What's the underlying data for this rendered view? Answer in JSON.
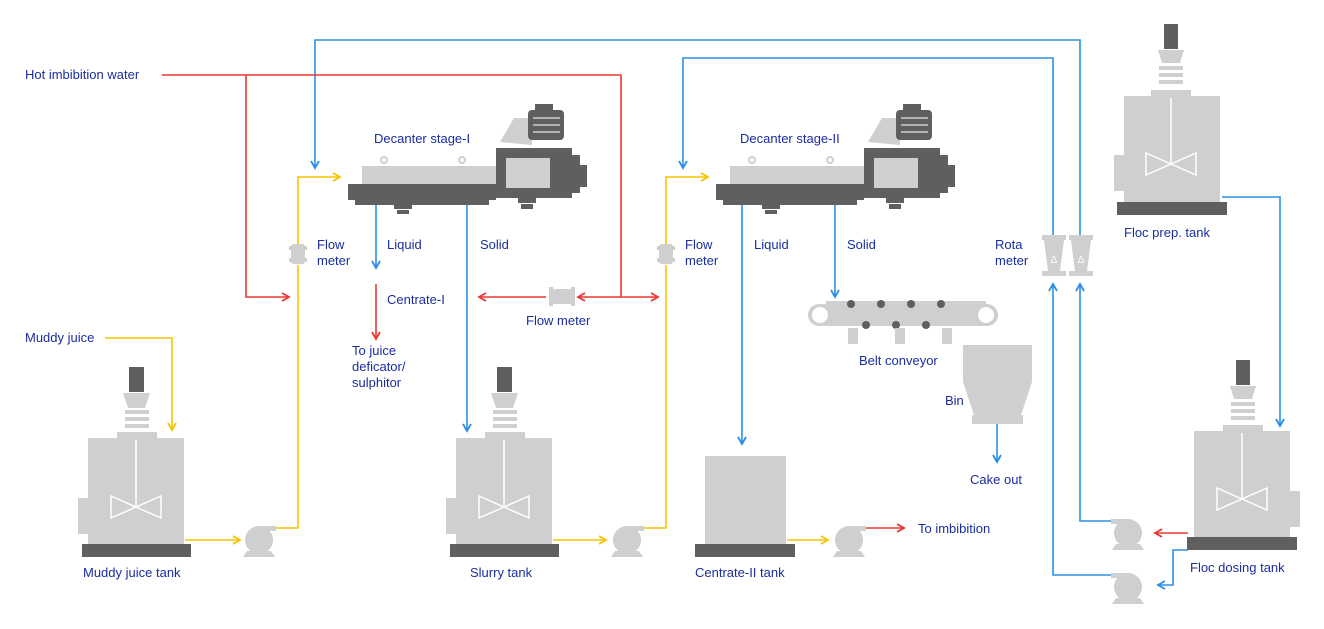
{
  "colors": {
    "water": "#e8382f",
    "juice": "#f5c400",
    "blue": "#2b8fe6",
    "label": "#1a2e9e",
    "equipment": "#cfcfcf",
    "equipment_dark": "#5f5f5f"
  },
  "labels": {
    "hot_imbibition_water": "Hot imbibition water",
    "muddy_juice": "Muddy juice",
    "muddy_juice_tank": "Muddy juice tank",
    "flow_meter_1a": "Flow",
    "flow_meter_1b": "meter",
    "decanter_1": "Decanter stage-I",
    "liquid_1": "Liquid",
    "solid_1": "Solid",
    "centrate_1": "Centrate-I",
    "to_juice_1": "To juice",
    "to_juice_2": "deficator/",
    "to_juice_3": "sulphitor",
    "flow_meter_mid": "Flow meter",
    "slurry_tank": "Slurry tank",
    "flow_meter_2a": "Flow",
    "flow_meter_2b": "meter",
    "decanter_2": "Decanter stage-II",
    "liquid_2": "Liquid",
    "solid_2": "Solid",
    "belt_conveyor": "Belt conveyor",
    "bin": "Bin",
    "cake_out": "Cake out",
    "centrate_2_tank": "Centrate-II tank",
    "to_imbibition": "To imbibition",
    "rota_meter_a": "Rota",
    "rota_meter_b": "meter",
    "floc_prep_tank": "Floc prep. tank",
    "floc_dosing_tank": "Floc dosing tank",
    "rota_symbol": "Δ"
  }
}
